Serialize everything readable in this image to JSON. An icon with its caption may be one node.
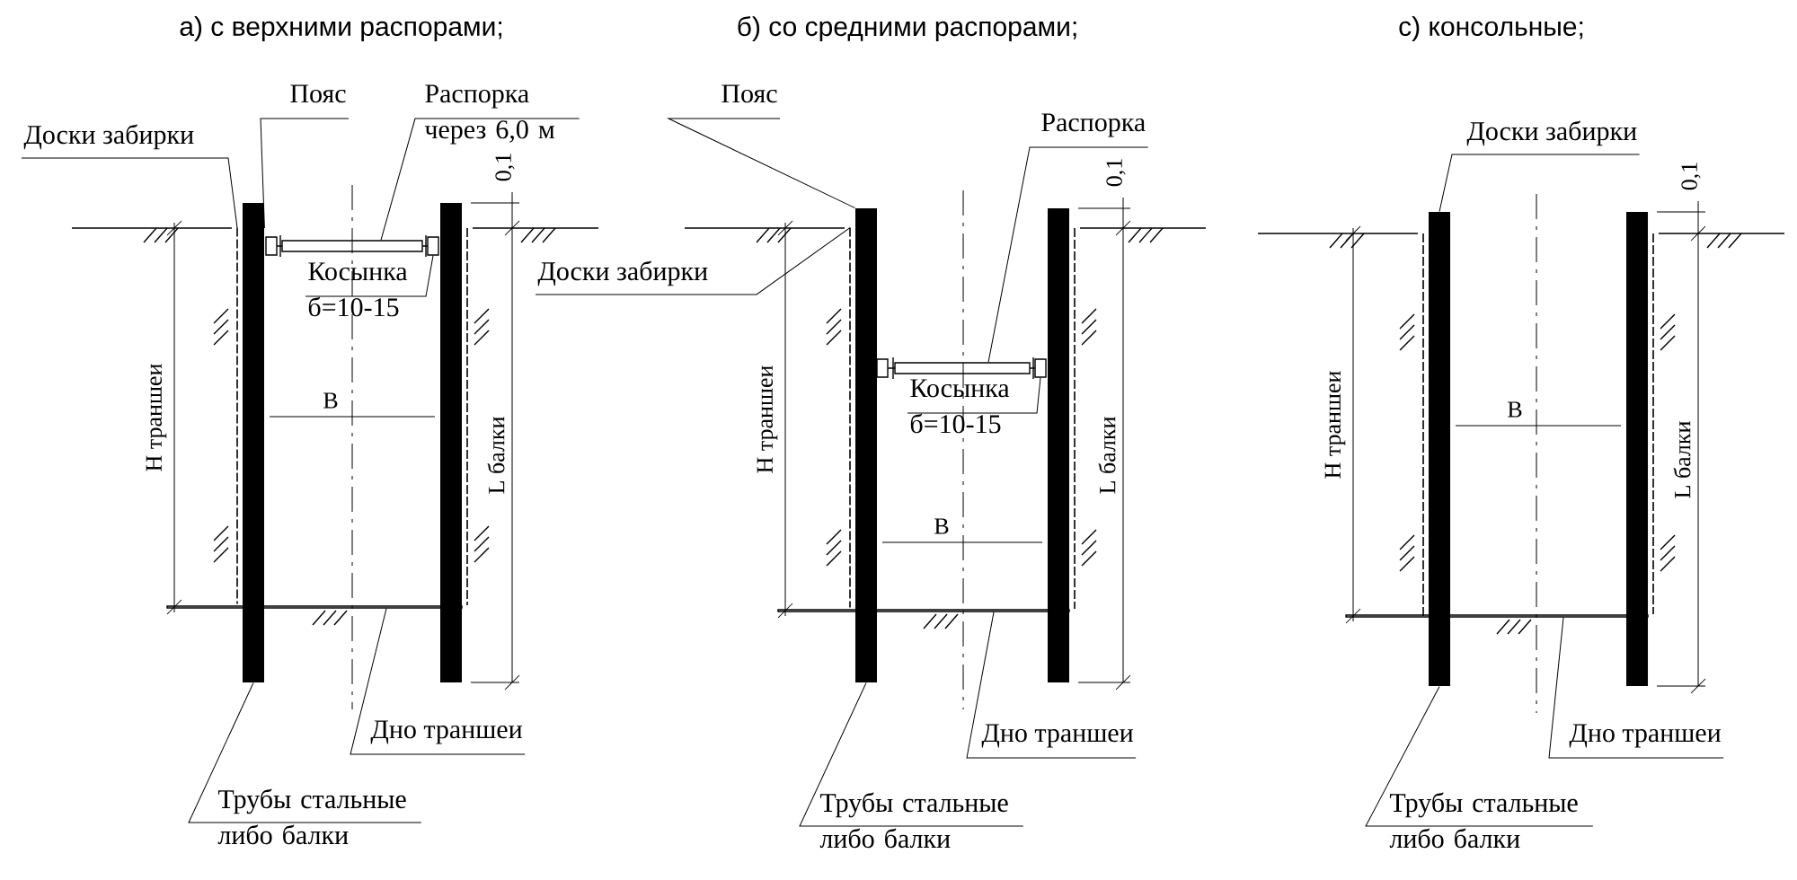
{
  "diagram": {
    "nodes": [
      {
        "text": [
          "Доски забирки"
        ]
      },
      {
        "text": [
          "Пояс"
        ]
      },
      {
        "text": [
          "Распорка через 6,0 м"
        ]
      },
      {
        "text": [
          "Косынка б=10-15"
        ]
      },
      {
        "text": [
          "Дно траншеи"
        ]
      },
      {
        "text": [
          "Трубы стальные либо балки"
        ]
      },
      {
        "text": [
          "Пояс"
        ]
      },
      {
        "text": [
          "Распорка"
        ]
      },
      {
        "text": [
          "Доски забирки"
        ]
      },
      {
        "text": [
          "Косынка б=10-15"
        ]
      },
      {
        "text": [
          "Дно траншеи"
        ]
      },
      {
        "text": [
          "Трубы стальные либо балки"
        ]
      },
      {
        "text": [
          "Доски забирки"
        ]
      },
      {
        "text": [
          "Дно траншеи"
        ]
      },
      {
        "text": [
          "Трубы стальные либо балки"
        ]
      },
      {
        "text": [],
        "shape": "line"
      },
      {
        "text": [],
        "shape": "bar"
      },
      {
        "text": [],
        "shape": "box"
      },
      {
        "text": [],
        "shape": "bar"
      },
      {
        "text": [],
        "shape": "box"
      },
      {
        "text": [],
        "shape": "bar"
      },
      {
        "text": [],
        "shape": "line"
      },
      {
        "text": [],
        "shape": "bar"
      },
      {
        "text": [],
        "shape": "bar"
      },
      {
        "text": [],
        "shape": "box"
      },
      {
        "text": [],
        "shape": "bar"
      },
      {
        "text": [],
        "shape": "bar"
      },
      {
        "text": [],
        "shape": "bar"
      },
      {
        "text": [],
        "shape": "bar"
      },
      {
        "text": [],
        "shape": "bar"
      },
      {
        "text": [],
        "shape": "bar"
      }
    ],
    "edges": [
      {
        "from": 0,
        "to": 15,
        "arrow": "none"
      },
      {
        "from": 1,
        "to": 16,
        "arrow": "none"
      },
      {
        "from": 2,
        "to": 18,
        "arrow": "none"
      },
      {
        "from": 3,
        "to": 19,
        "arrow": "none"
      },
      {
        "from": 4,
        "to": 20,
        "arrow": "none"
      },
      {
        "from": 5,
        "to": 16,
        "arrow": "none"
      },
      {
        "from": 6,
        "to": 22,
        "arrow": "none"
      },
      {
        "from": 7,
        "to": 23,
        "arrow": "none"
      },
      {
        "from": 8,
        "to": 21,
        "arrow": "none"
      },
      {
        "from": 9,
        "to": 24,
        "arrow": "none"
      },
      {
        "from": 10,
        "to": 25,
        "arrow": "none"
      },
      {
        "from": 11,
        "to": 22,
        "arrow": "none"
      },
      {
        "from": 12,
        "to": 26,
        "arrow": "none"
      },
      {
        "from": 13,
        "to": 27,
        "arrow": "none"
      },
      {
        "from": 14,
        "to": 26,
        "arrow": "none"
      }
    ],
    "labels": [
      "а) с верхними распорами;",
      "б) со средними распорами;",
      "с) консольные;",
      "0,1",
      "H траншеи",
      "В",
      "L балки",
      "0,1",
      "H траншеи",
      "В",
      "L балки",
      "0,1",
      "H траншеи",
      "В",
      "L балки"
    ]
  }
}
